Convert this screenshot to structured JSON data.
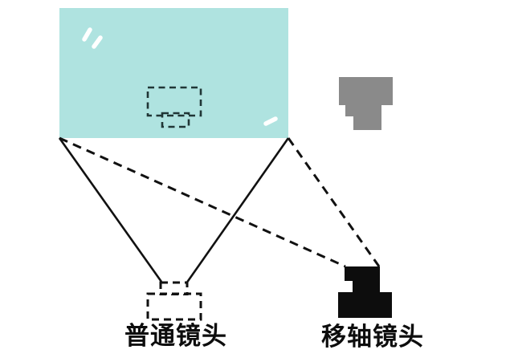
{
  "colors": {
    "background": "#ffffff",
    "wall": "#afe3e0",
    "wall_dash": "#203636",
    "highlight": "#ffffff",
    "line": "#111111",
    "gray_camera": "#8a8a8a",
    "black_camera": "#0d0d0d"
  },
  "labels": {
    "normal_lens": "普通镜头",
    "tilt_shift_lens": "移轴镜头"
  },
  "icons": {
    "wall": "wall-rectangle",
    "projected_camera": "dashed-camera-outline-icon",
    "gray_camera": "gray-camera-icon",
    "normal_camera": "dashed-camera-outline-icon",
    "tilt_shift_camera": "black-camera-icon"
  }
}
